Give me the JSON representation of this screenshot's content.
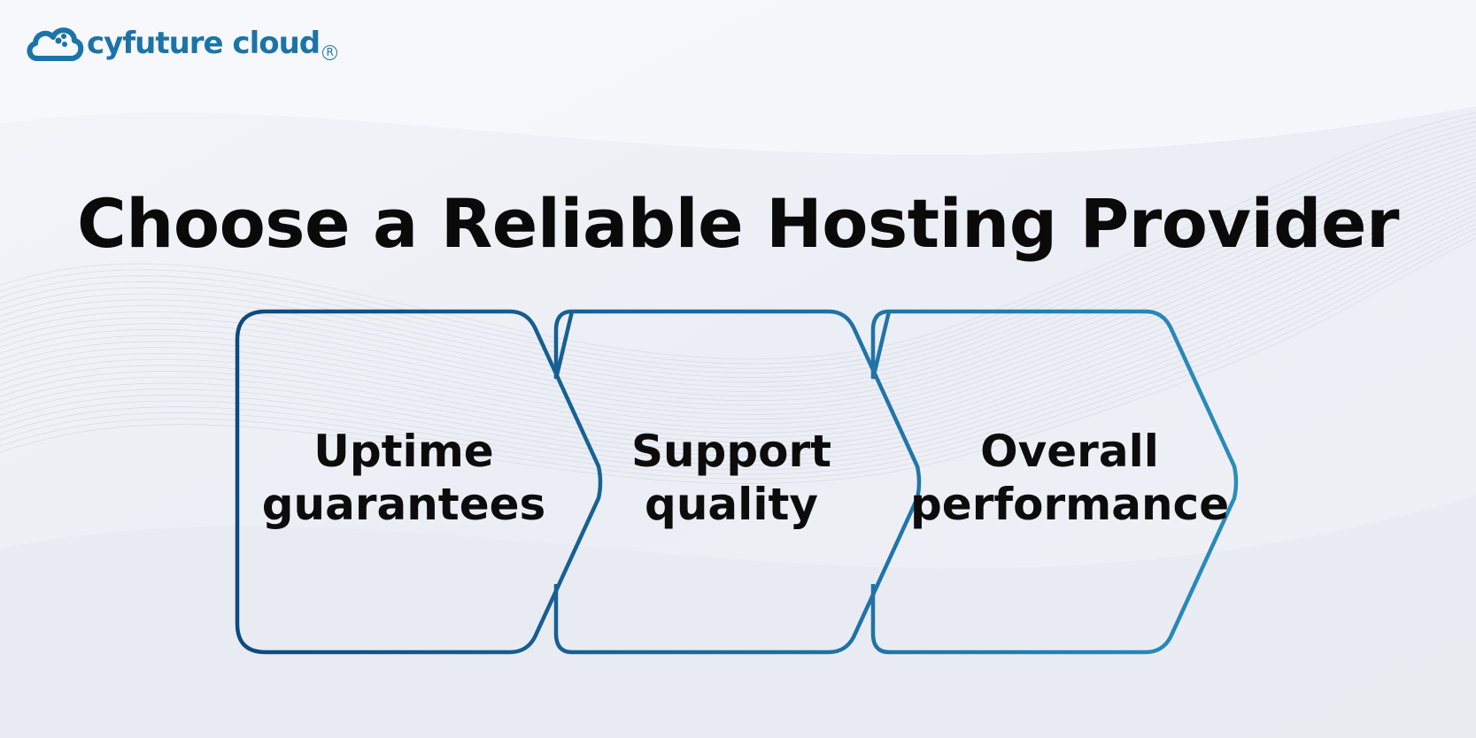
{
  "brand": {
    "name": "cyfuture cloud",
    "registered_mark": "R",
    "logo_icon": "cloud-icon",
    "color": "#1b74a8",
    "accent": "#e8462b"
  },
  "title": "Choose a Reliable Hosting Provider",
  "steps": [
    {
      "line1": "Uptime",
      "line2": "guarantees"
    },
    {
      "line1": "Support",
      "line2": "quality"
    },
    {
      "line1": "Overall",
      "line2": "performance"
    }
  ],
  "colors": {
    "step_stroke_start": "#0e4a7e",
    "step_stroke_end": "#2a8cbc",
    "background": "#eef0f6"
  }
}
